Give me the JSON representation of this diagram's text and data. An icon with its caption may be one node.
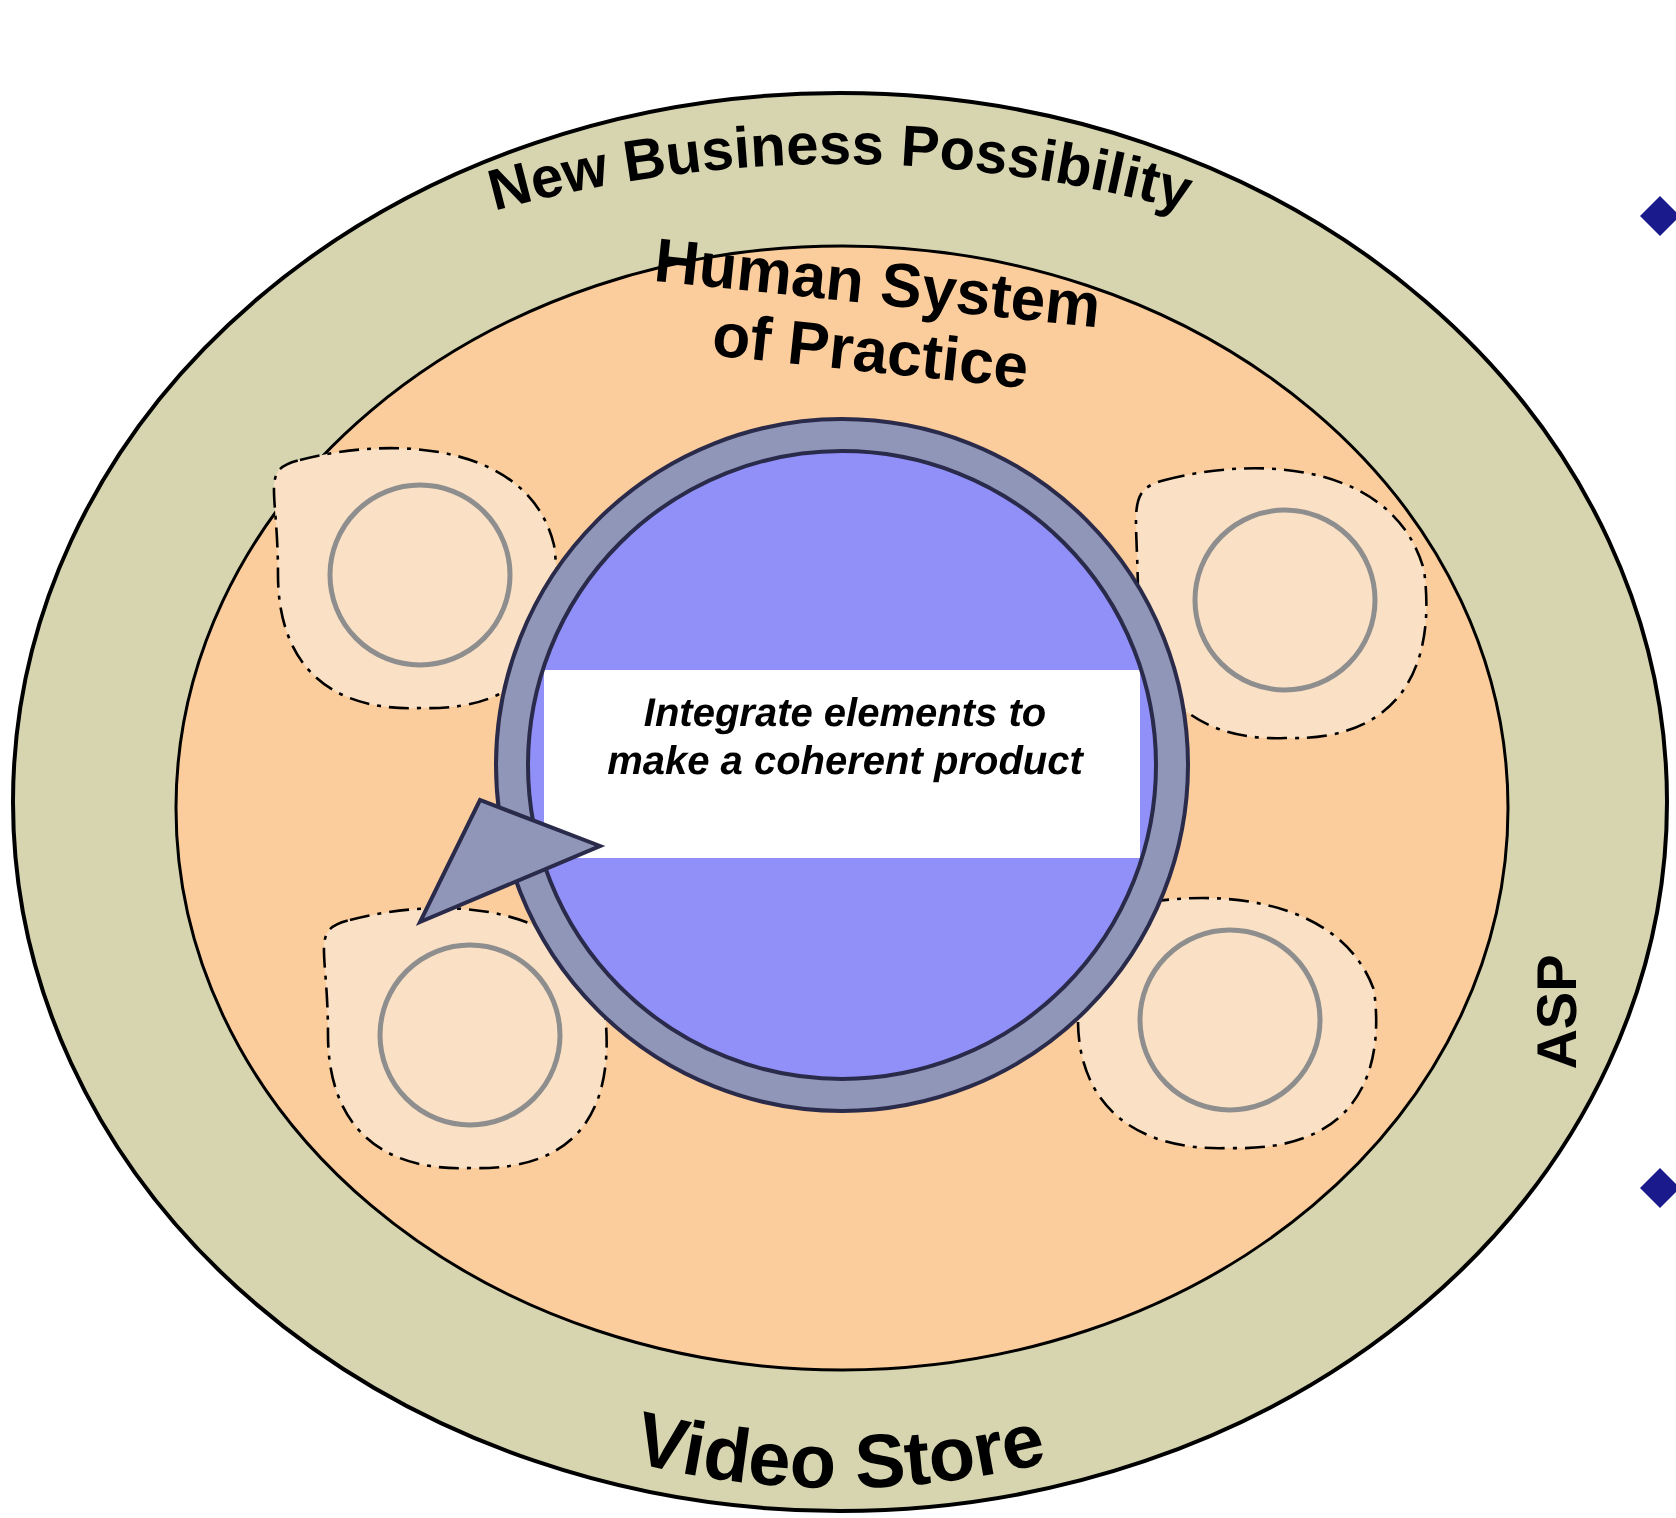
{
  "diagram": {
    "nodes": [
      {
        "text": [
          "New Business Possibility",
          "Video Store",
          "ASP"
        ]
      },
      {
        "text": [
          "Human System of Practice"
        ],
        "in": 0
      },
      {
        "text": [],
        "shape": "circle",
        "in": 1
      },
      {
        "text": [],
        "shape": "circle",
        "in": 1
      },
      {
        "text": [],
        "shape": "circle",
        "in": 1
      },
      {
        "text": [],
        "shape": "circle",
        "in": 1
      },
      {
        "text": [
          "Integrate elements to make a coherent product"
        ],
        "in": 1
      }
    ],
    "edges": []
  }
}
